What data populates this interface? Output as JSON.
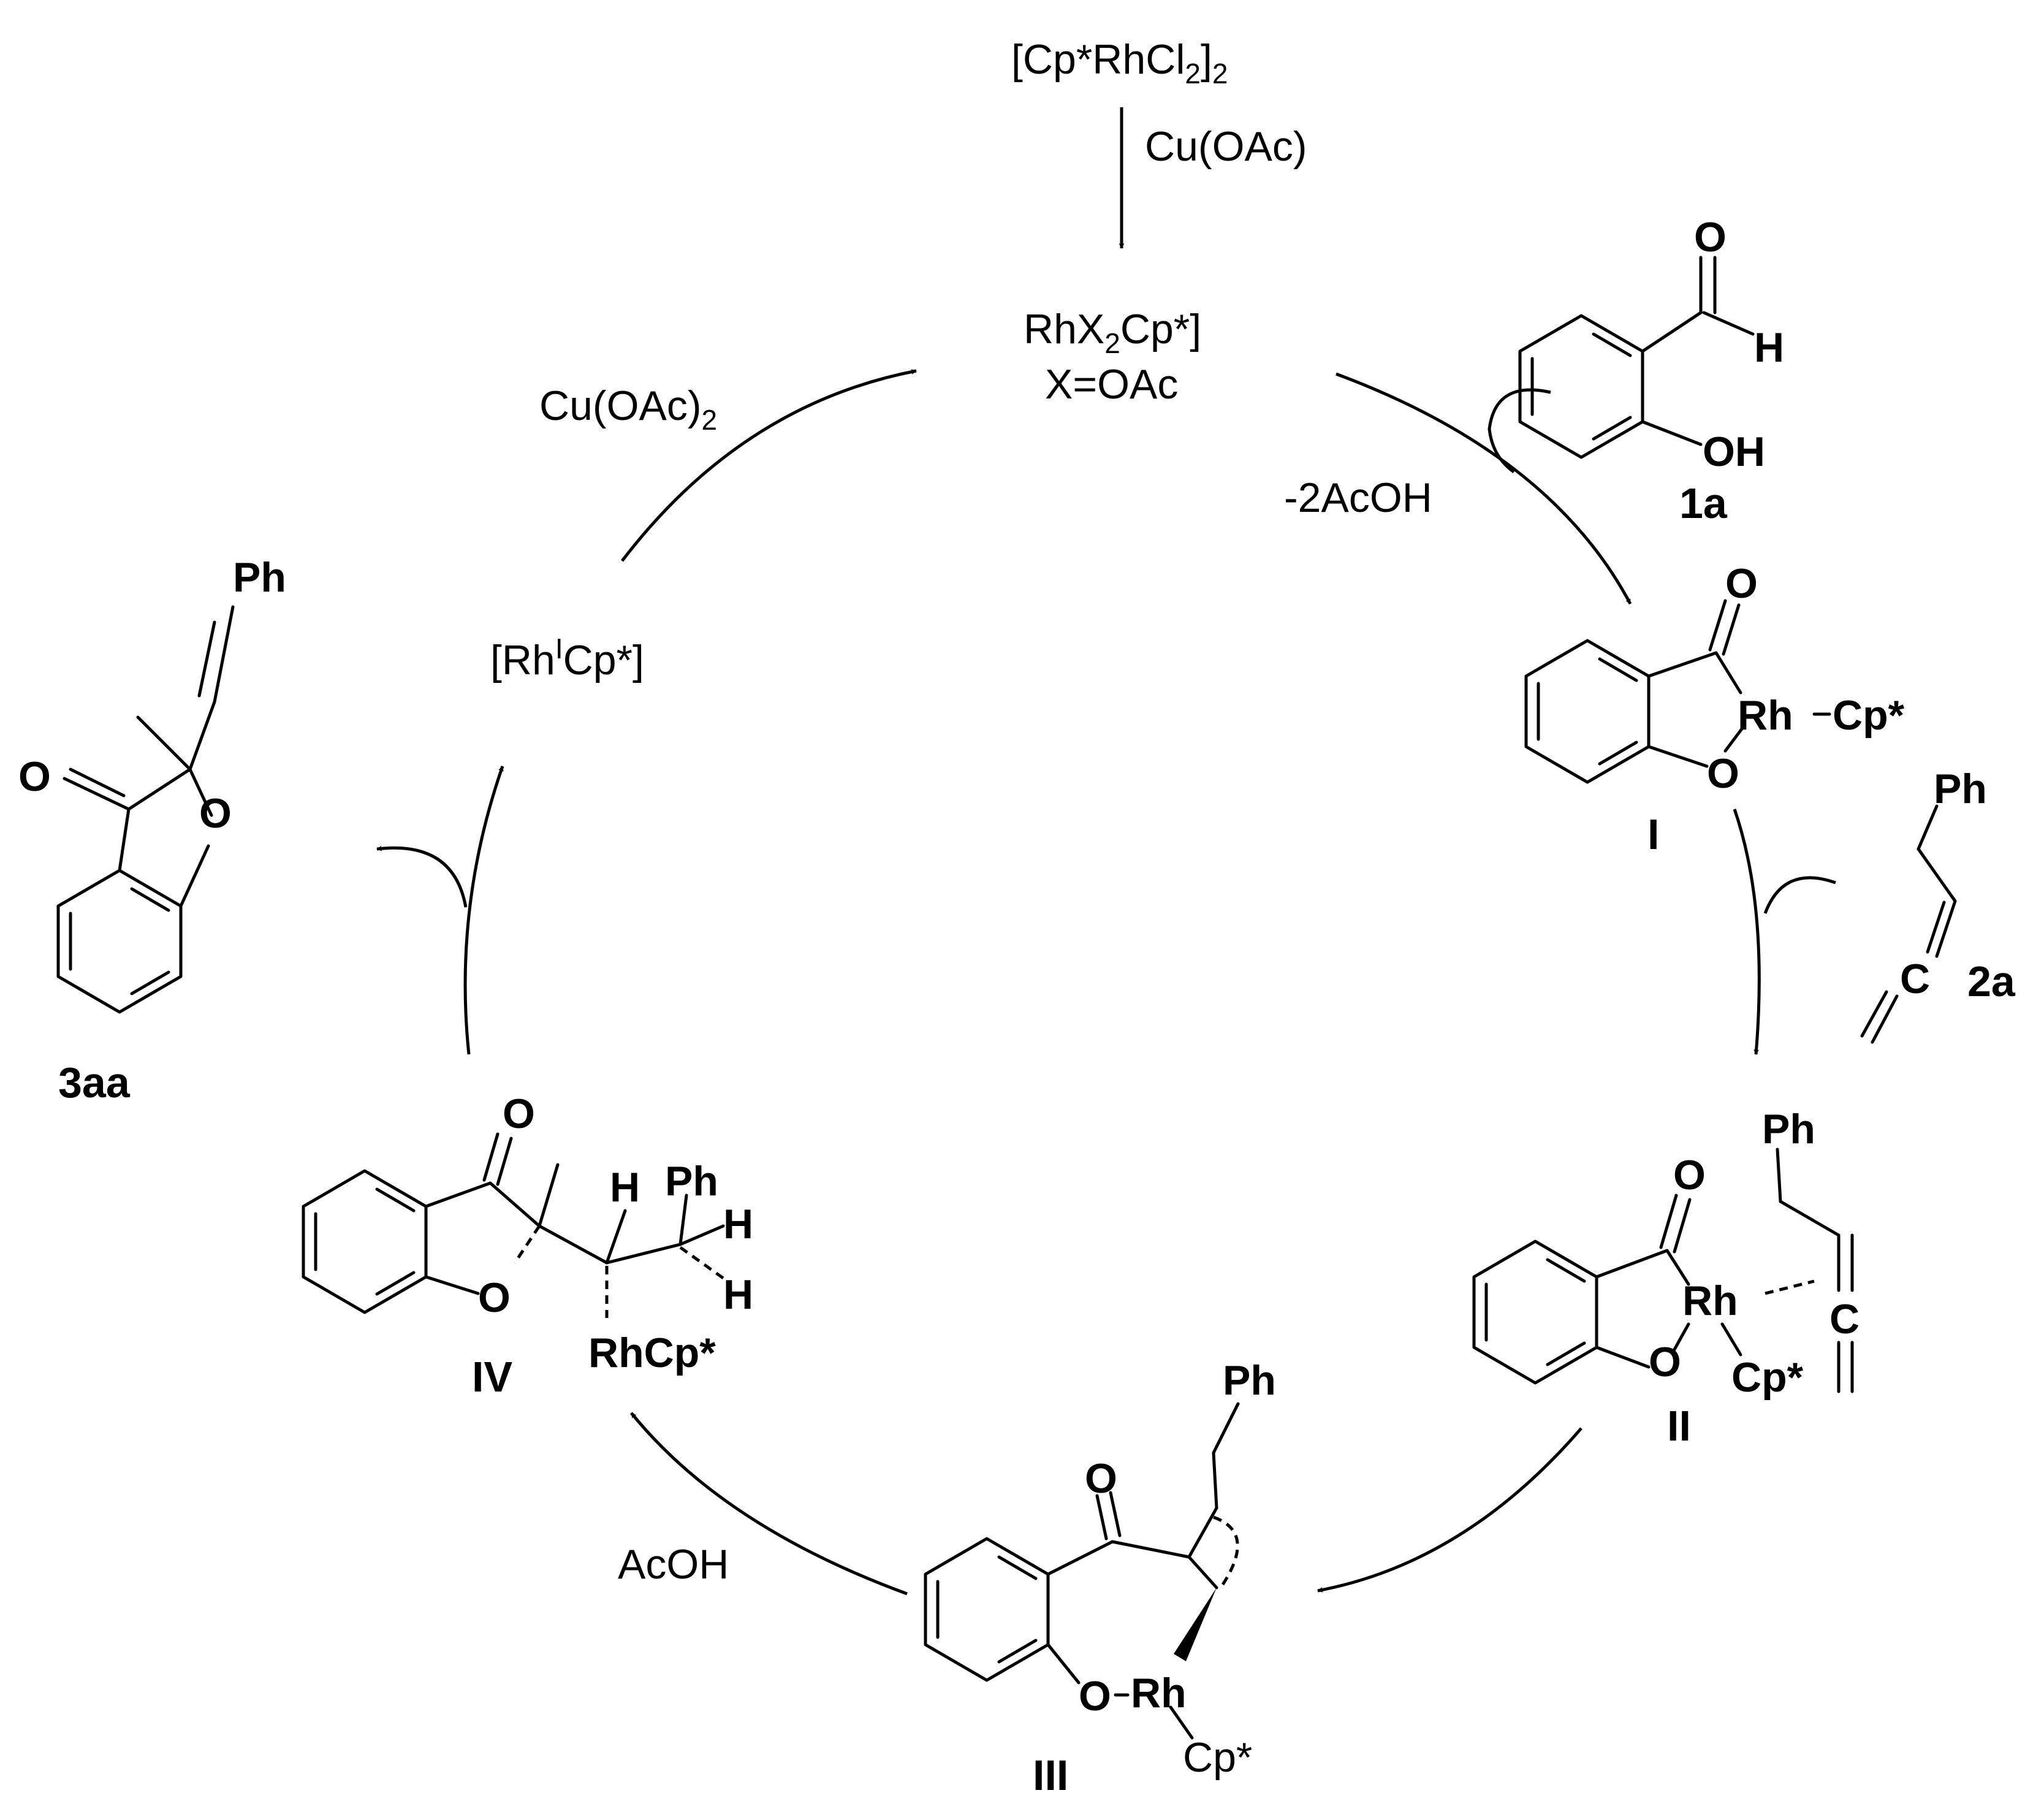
{
  "reagents": {
    "precatalyst_main": "[Cp*RhCl",
    "precatalyst_sub1": "2",
    "precatalyst_close": "]",
    "precatalyst_sub2": "2",
    "additive_top": "Cu(OAc)",
    "catalyst_main": "RhX",
    "catalyst_sub": "2",
    "catalyst_rest": "Cp*]",
    "catalyst_def": "X=OAc",
    "oxidant_main": "Cu(OAc)",
    "oxidant_sub": "2",
    "rh1_left": "[Rh",
    "rh1_sup": "I",
    "rh1_right": "Cp*]",
    "minus_acoh": "-2AcOH",
    "acoh": "AcOH"
  },
  "compounds": {
    "c1a": "1a",
    "c2a": "2a",
    "c3aa": "3aa",
    "cI": "I",
    "cII": "II",
    "cIII": "III",
    "cIV": "IV"
  },
  "atoms": {
    "O": "O",
    "H": "H",
    "OH": "OH",
    "Rh": "Rh",
    "Cp": "Cp*",
    "Ph": "Ph",
    "C": "C",
    "RhCp": "RhCp*"
  }
}
